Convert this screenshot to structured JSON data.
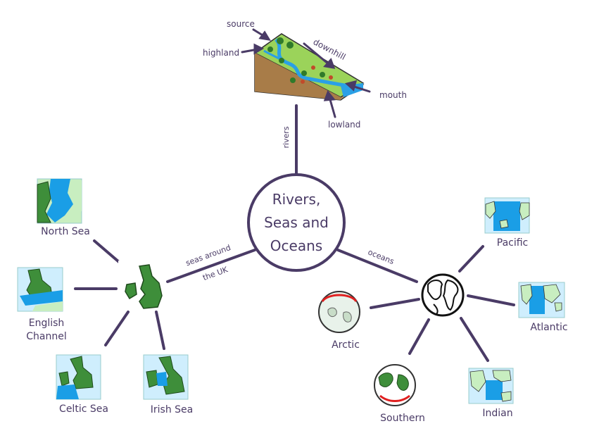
{
  "central": {
    "line1": "Rivers,",
    "line2": "Seas and",
    "line3": "Oceans"
  },
  "branches": {
    "rivers": "rivers",
    "seas_line1": "seas around",
    "seas_line2": "the UK",
    "oceans": "oceans"
  },
  "river_diagram": {
    "source": "source",
    "highland": "highland",
    "downhill": "downhill",
    "mouth": "mouth",
    "lowland": "lowland"
  },
  "seas": {
    "north_sea": "North Sea",
    "english_channel_line1": "English",
    "english_channel_line2": "Channel",
    "celtic_sea": "Celtic Sea",
    "irish_sea": "Irish Sea"
  },
  "oceans": {
    "pacific": "Pacific",
    "atlantic": "Atlantic",
    "arctic": "Arctic",
    "southern": "Southern",
    "indian": "Indian"
  },
  "colors": {
    "line": "#4a3b66",
    "land_green": "#3e8e3a",
    "sea_blue": "#1a9ee6",
    "sea_light": "#cfeefd",
    "land_light": "#c8eec0",
    "soil": "#c79a62",
    "polar_red": "#e02020"
  }
}
